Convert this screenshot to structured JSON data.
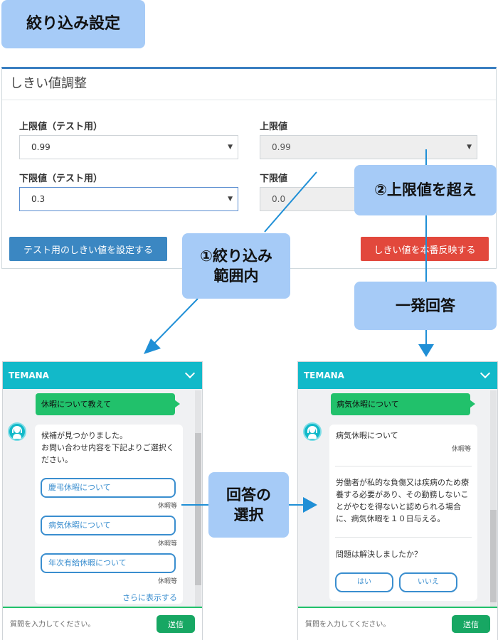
{
  "header_label": "絞り込み設定",
  "panel": {
    "title": "しきい値調整",
    "upper_test": {
      "label": "上限値（テスト用）",
      "value": "0.99"
    },
    "upper": {
      "label": "上限値",
      "value": "0.99"
    },
    "lower_test": {
      "label": "下限値（テスト用）",
      "value": "0.3"
    },
    "lower": {
      "label": "下限値",
      "value": "0.0"
    },
    "set_test_button": "テスト用のしきい値を設定する",
    "apply_button": "しきい値を本番反映する"
  },
  "annotations": {
    "range_within_line1": "①絞り込み",
    "range_within_line2": "範囲内",
    "exceed_upper": "②上限値を超え",
    "single_answer": "一発回答",
    "select_answer_line1": "回答の",
    "select_answer_line2": "選択"
  },
  "chat_left": {
    "brand": "TEMANA",
    "user_message": "休暇について教えて",
    "bot_intro_1": "候補が見つかりました。",
    "bot_intro_2": "お問い合わせ内容を下記よりご選択く",
    "bot_intro_3": "ださい。",
    "choices": [
      {
        "label": "慶弔休暇について",
        "note": "休暇等"
      },
      {
        "label": "病気休暇について",
        "note": "休暇等"
      },
      {
        "label": "年次有給休暇について",
        "note": "休暇等"
      }
    ],
    "more_link": "さらに表示する",
    "input_placeholder": "質問を入力してください。",
    "send_button": "送信"
  },
  "chat_right": {
    "brand": "TEMANA",
    "user_message": "病気休暇について",
    "answer_title": "病気休暇について",
    "answer_category": "休暇等",
    "answer_line_1": "労働者が私的な負傷又は疾病のため療",
    "answer_line_2": "養する必要があり、その勤務しないこ",
    "answer_line_3": "とがやむを得ないと認められる場合",
    "answer_line_4": "に、病気休暇を１０日与える。",
    "resolved_question": "問題は解決しましたか？",
    "yes_button": "はい",
    "no_button": "いいえ",
    "input_placeholder": "質問を入力してください。",
    "send_button": "送信"
  },
  "colors": {
    "label_blue": "#a6cbf7",
    "teal_header": "#12b9c9",
    "green": "#21c16b",
    "arrow_blue": "#1f8fd6",
    "button_blue": "#3b87c2",
    "button_red": "#e2483c"
  }
}
